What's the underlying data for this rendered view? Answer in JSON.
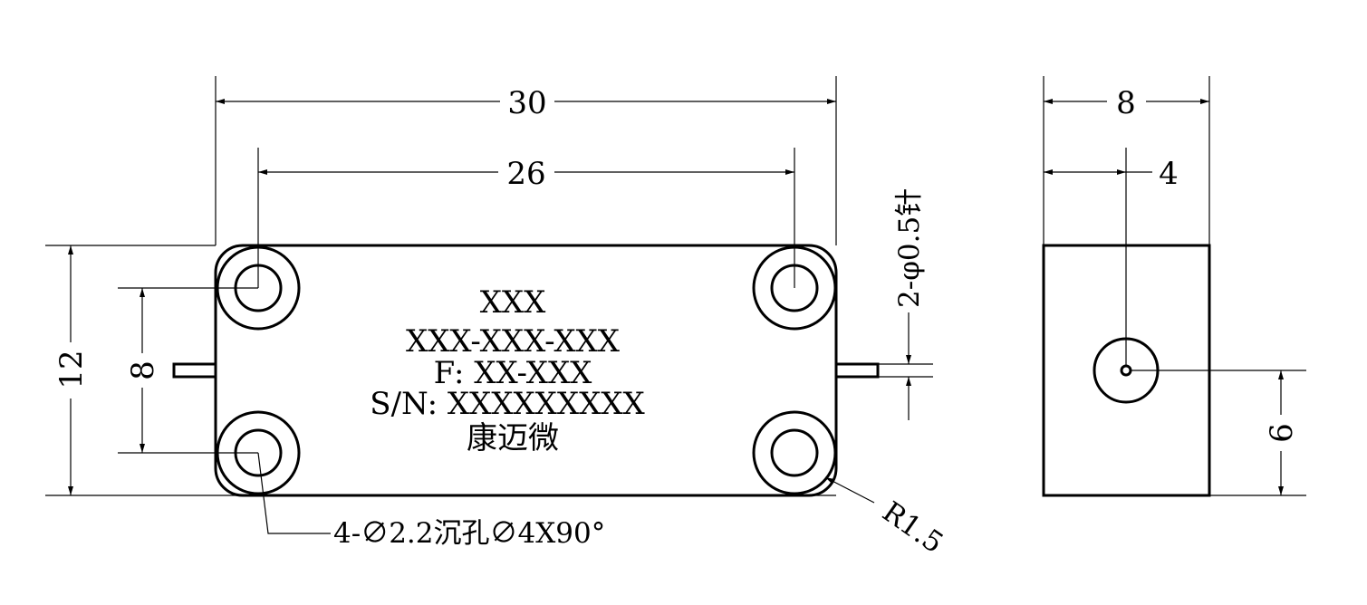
{
  "front_view": {
    "dimensions": {
      "overall_width": "30",
      "hole_spacing_x": "26",
      "overall_height": "12",
      "hole_spacing_y": "8"
    },
    "label": {
      "line1": "XXX",
      "line2": "XXX-XXX-XXX",
      "line3": "F: XX-XXX",
      "line4": "S/N: XXXXXXXXX",
      "line5": "康迈微"
    },
    "callouts": {
      "holes": "4-∅2.2沉孔∅4X90°",
      "corner_radius": "R1.5",
      "pins": "2-φ0.5针"
    }
  },
  "side_view": {
    "dimensions": {
      "width": "8",
      "connector_offset": "4",
      "connector_height": "6"
    }
  },
  "colors": {
    "line": "#000000",
    "background": "#ffffff"
  }
}
